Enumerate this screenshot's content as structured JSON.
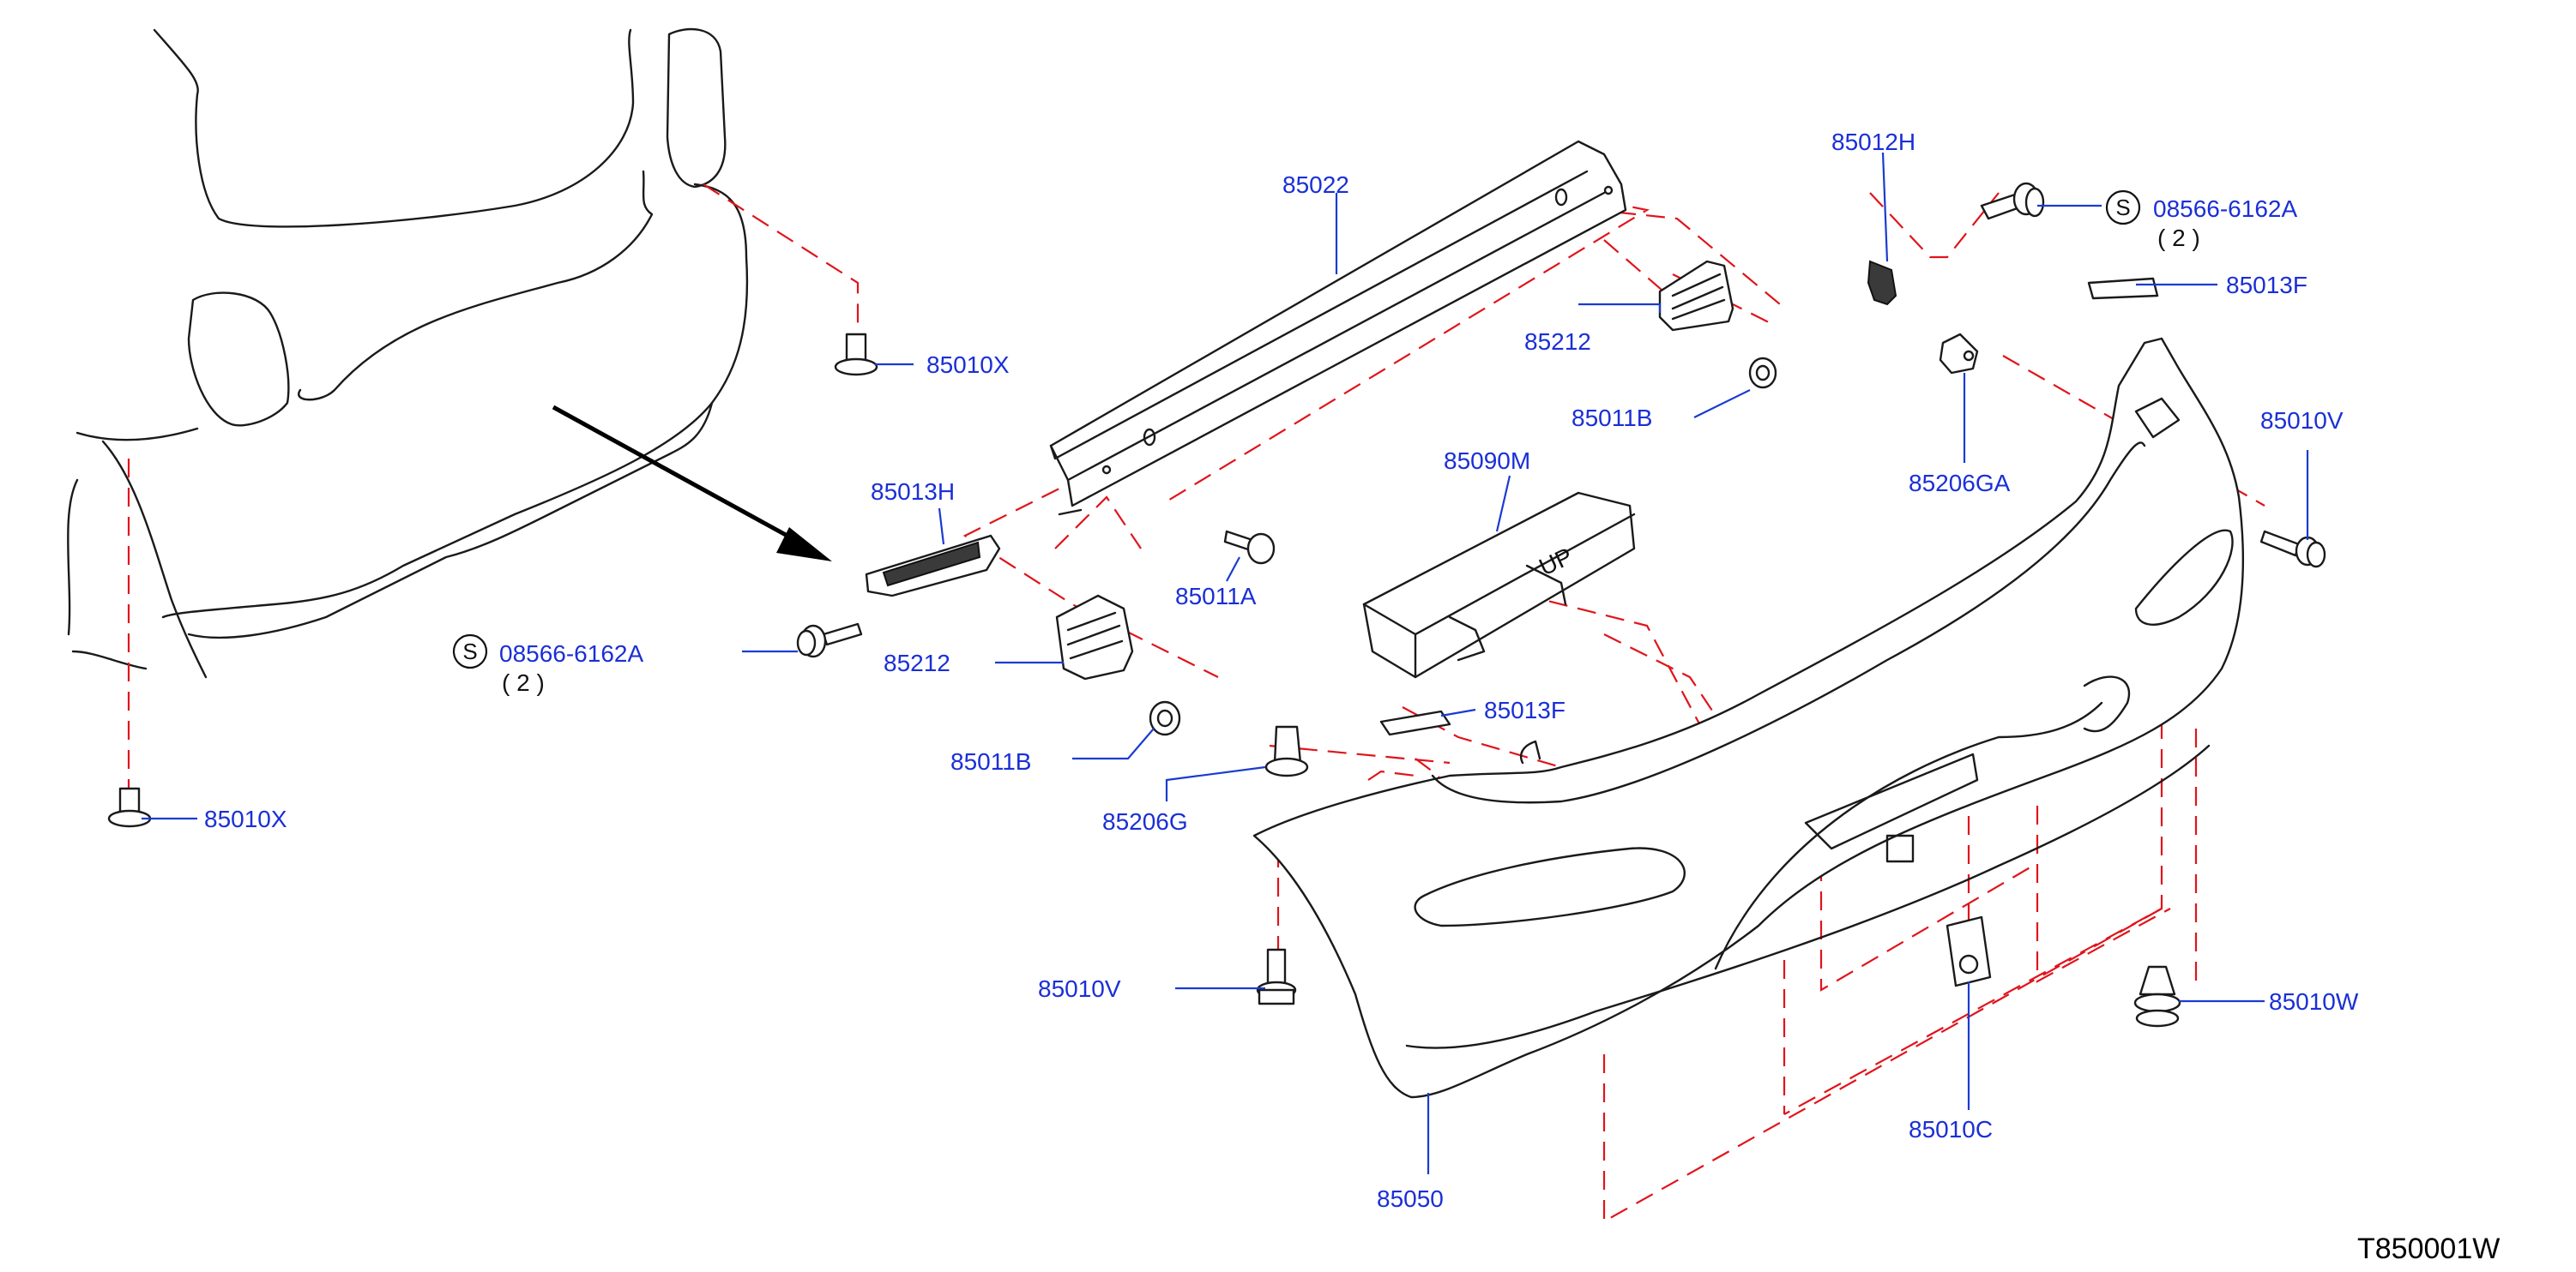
{
  "callouts": {
    "c85022": "85022",
    "c85012H": "85012H",
    "c08566_top": "08566-6162A",
    "c08566_top_qty": "( 2 )",
    "c85013F_top": "85013F",
    "c85212_top": "85212",
    "c85011B_top": "85011B",
    "c85010X_top": "85010X",
    "c85206GA": "85206GA",
    "c85010V_right": "85010V",
    "c85013H": "85013H",
    "c85090M": "85090M",
    "c85011A": "85011A",
    "c08566_left": "08566-6162A",
    "c08566_left_qty": "( 2 )",
    "c85212_mid": "85212",
    "c85013F_mid": "85013F",
    "c85011B_mid": "85011B",
    "c85206G": "85206G",
    "c85010X_left": "85010X",
    "c85010V_left": "85010V",
    "c85010W": "85010W",
    "c85010C": "85010C",
    "c85050": "85050"
  },
  "standard_part_symbol": "S",
  "figure_number": "T850001W",
  "colors": {
    "callout_text": "#1a2fd6",
    "leader_line": "#1a3bd1",
    "assembly_dash": "#e0141b",
    "outline": "#1a1a1a"
  }
}
